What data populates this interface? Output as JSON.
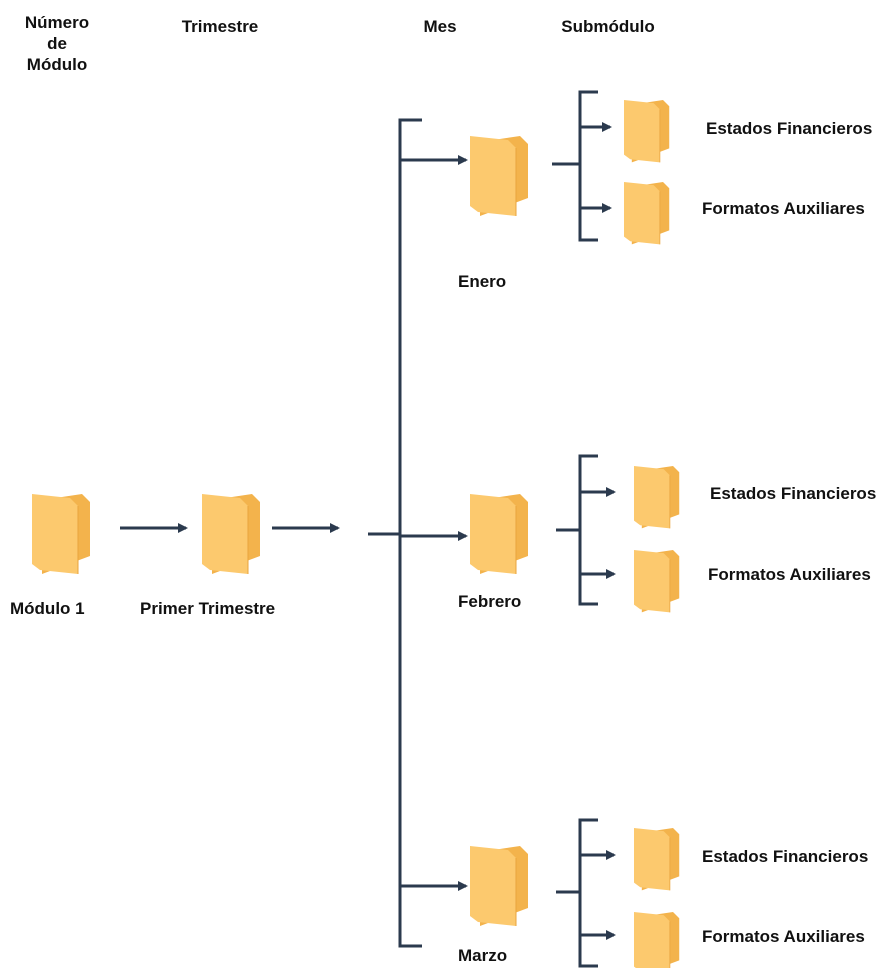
{
  "headers": {
    "modulo_line1": "Número",
    "modulo_line2": "de",
    "modulo_line3": "Módulo",
    "trimestre": "Trimestre",
    "mes": "Mes",
    "submodulo": "Submódulo"
  },
  "module": {
    "label": "Módulo 1"
  },
  "quarter": {
    "label": "Primer Trimestre"
  },
  "months": [
    {
      "label": "Enero",
      "sub": [
        "Estados Financieros",
        "Formatos Auxiliares"
      ]
    },
    {
      "label": "Febrero",
      "sub": [
        "Estados Financieros",
        "Formatos Auxiliares"
      ]
    },
    {
      "label": "Marzo",
      "sub": [
        "Estados Financieros",
        "Formatos Auxiliares"
      ]
    }
  ],
  "colors": {
    "folder_front": "#fcc96e",
    "folder_back": "#f3b34c",
    "line": "#2b3a4e",
    "text": "#111111"
  }
}
